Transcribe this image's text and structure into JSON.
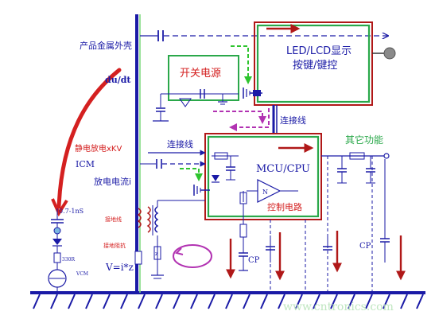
{
  "colors": {
    "blue": "#1a1aa6",
    "green": "#2aa84a",
    "darkred": "#b01818",
    "red": "#d42020",
    "magenta": "#b233b2",
    "dashgreen": "#2ec42e",
    "lightgreen": "#7ad97a",
    "teal": "#1a6fb0",
    "ground": "#1a1aa6"
  },
  "labels": {
    "metal_case": "产品金属外壳",
    "dudt": "du/dt",
    "esd_kv": "静电放电xKV",
    "icm": "ICM",
    "discharge_current": "放电电流i",
    "rise_time": "0.7-1nS",
    "r330": "330R",
    "vcm": "VCM",
    "ground_line_1": "接地线",
    "ground_line_2": "接地阻抗",
    "v_eq": "V=i*z",
    "switch_psu": "开关电源",
    "connect_top": "连接线",
    "connect_left": "连接线",
    "led_lcd": "LED/LCD显示",
    "keys": "按键/键控",
    "mcu": "MCU/CPU",
    "control": "控制电路",
    "other": "其它功能",
    "cp_1": "CP",
    "cp_2": "CP",
    "z_label": "z",
    "n_label": "N",
    "watermark": "www.cntronics.com"
  }
}
